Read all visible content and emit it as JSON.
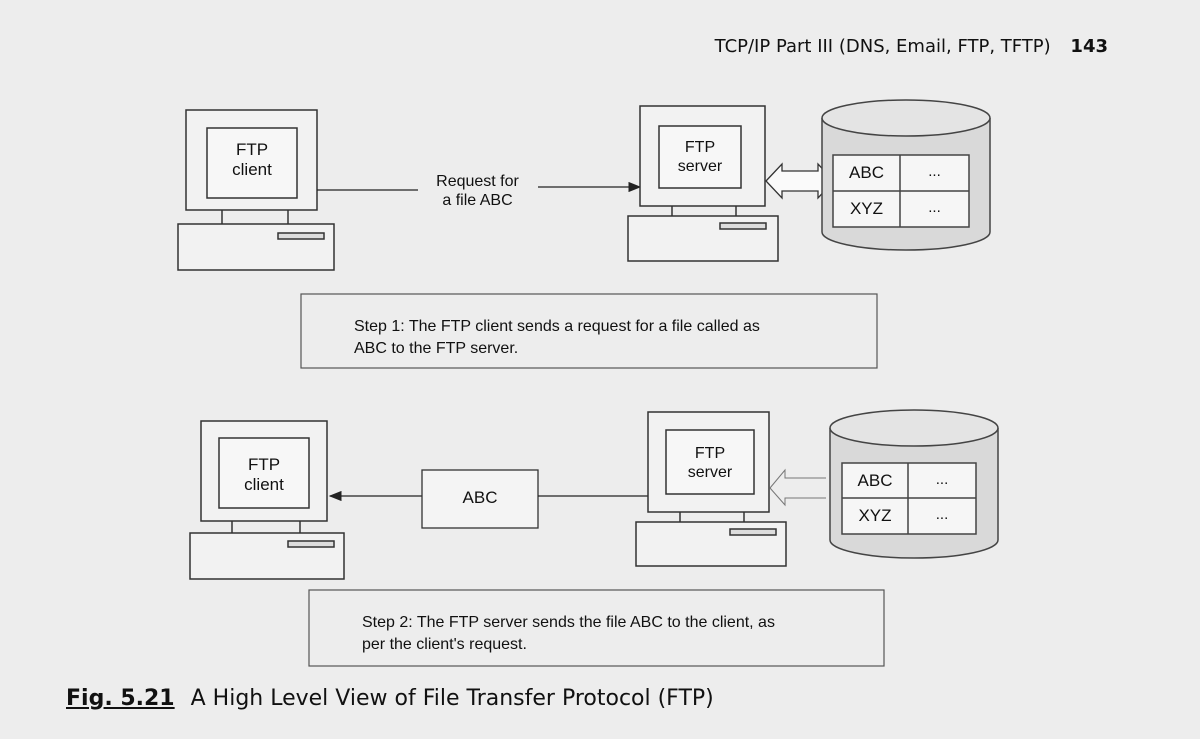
{
  "header": {
    "running_title": "TCP/IP Part III (DNS, Email, FTP, TFTP)",
    "page_number": "143"
  },
  "step1": {
    "client_label": [
      "FTP",
      "client"
    ],
    "server_label": [
      "FTP",
      "server"
    ],
    "request_label": [
      "Request for",
      "a file ABC"
    ],
    "table": [
      [
        "ABC",
        "..."
      ],
      [
        "XYZ",
        "..."
      ]
    ],
    "description": [
      "Step 1: The FTP client sends a request for a file called as",
      "ABC to the FTP server."
    ]
  },
  "step2": {
    "client_label": [
      "FTP",
      "client"
    ],
    "server_label": [
      "FTP",
      "server"
    ],
    "file_label": "ABC",
    "table": [
      [
        "ABC",
        "..."
      ],
      [
        "XYZ",
        "..."
      ]
    ],
    "description": [
      "Step 2: The FTP server sends the file ABC to the client, as",
      "per the client's request."
    ]
  },
  "caption": {
    "number": "Fig. 5.21",
    "title": "A High Level View of File Transfer Protocol (FTP)"
  }
}
